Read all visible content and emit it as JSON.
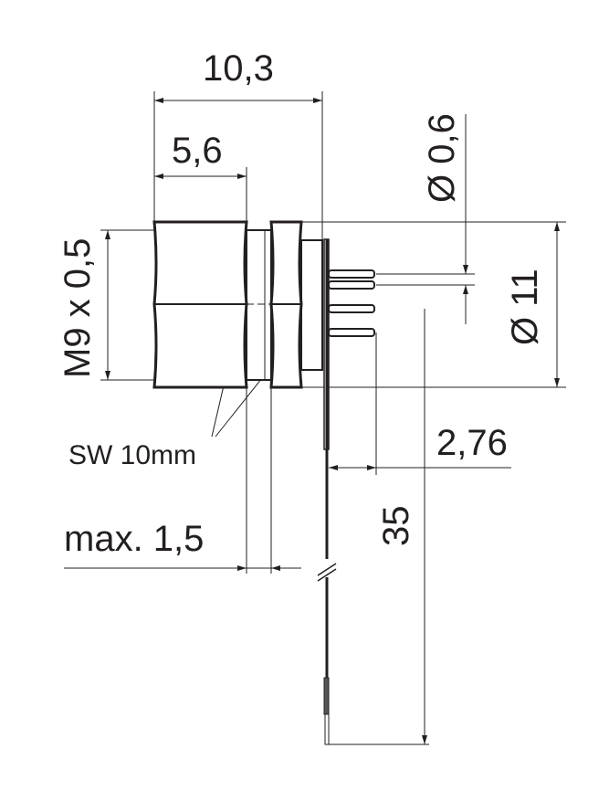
{
  "drawing": {
    "dimensions": {
      "overall_length": "10,3",
      "nut_length": "5,6",
      "thread": "M9 x 0,5",
      "pin_diameter": "Ø 0,6",
      "flange_diameter": "Ø 11",
      "pin_spacing": "2,76",
      "panel_thickness": "max. 1,5",
      "wire_length": "35"
    },
    "labels": {
      "wrench_size": "SW 10mm"
    },
    "colors": {
      "line": "#231f20",
      "background": "#ffffff"
    }
  }
}
